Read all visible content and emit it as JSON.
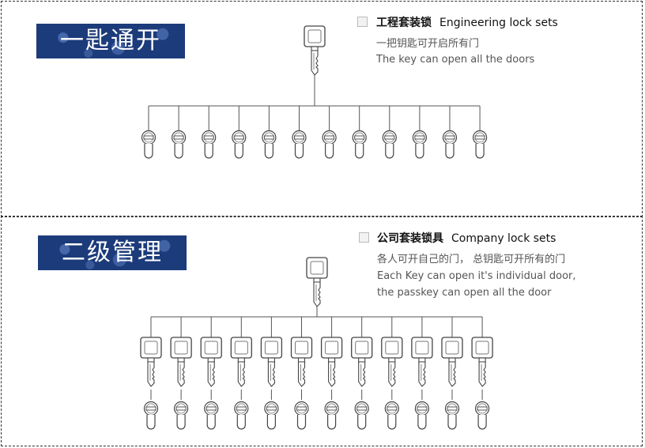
{
  "section1": {
    "banner": "一匙通开",
    "title_cn": "工程套装锁",
    "title_en": "Engineering lock sets",
    "desc_cn": "一把钥匙可开启所有门",
    "desc_en": "The key can open all the doors",
    "cylinder_count": 12,
    "icons": {
      "master_key": "key-icon",
      "cylinder": "lock-cylinder-icon"
    }
  },
  "section2": {
    "banner": "二级管理",
    "title_cn": "公司套装锁具",
    "title_en": "Company lock sets",
    "desc_cn": "各人可开自己的门， 总钥匙可开所有的门",
    "desc_en_1": "Each Key can open it's individual door,",
    "desc_en_2": "the passkey can open all the door",
    "key_count": 12,
    "cylinder_count": 12,
    "icons": {
      "master_key": "key-icon",
      "individual_key": "key-icon",
      "cylinder": "lock-cylinder-icon"
    }
  },
  "colors": {
    "banner_bg": "#1c3b7a",
    "line": "#555555"
  }
}
